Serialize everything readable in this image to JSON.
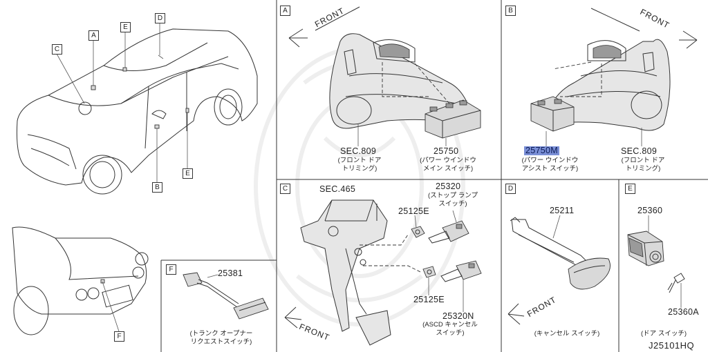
{
  "callouts": {
    "A": "A",
    "B": "B",
    "C": "C",
    "D": "D",
    "E": "E",
    "F": "F"
  },
  "panels": {
    "A": {
      "label": "A",
      "front": "FRONT",
      "parts": [
        {
          "no": "SEC.809",
          "desc1": "(フロント ドア",
          "desc2": "トリミング)"
        },
        {
          "no": "25750",
          "desc1": "(パワー ウインドウ",
          "desc2": "メイン スイッチ)"
        }
      ]
    },
    "B": {
      "label": "B",
      "front": "FRONT",
      "parts": [
        {
          "no": "25750M",
          "desc1": "(パワー ウインドウ",
          "desc2": "アシスト スイッチ)"
        },
        {
          "no": "SEC.809",
          "desc1": "(フロント ドア",
          "desc2": "トリミング)"
        }
      ]
    },
    "C": {
      "label": "C",
      "front": "FRONT",
      "sec": "SEC.465",
      "parts": [
        {
          "no": "25320",
          "desc1": "(ストップ ランプ",
          "desc2": "スイッチ)"
        },
        {
          "no": "25125E"
        },
        {
          "no": "25125E"
        },
        {
          "no": "25320N",
          "desc1": "(ASCD キャンセル",
          "desc2": "スイッチ)"
        }
      ]
    },
    "D": {
      "label": "D",
      "front": "FRONT",
      "parts": [
        {
          "no": "25211",
          "desc1": "(キャンセル スイッチ)"
        }
      ]
    },
    "E": {
      "label": "E",
      "parts": [
        {
          "no": "25360"
        },
        {
          "no": "25360A"
        },
        {
          "desc1": "(ドア スイッチ)"
        }
      ]
    },
    "F": {
      "label": "F",
      "parts": [
        {
          "no": "25381",
          "desc1": "(トランク オープナー",
          "desc2": "リクエストスイッチ)"
        }
      ]
    }
  },
  "diagram_code": "J25101HQ",
  "colors": {
    "highlight": "#7a8fd6",
    "line": "#333333",
    "body": "#e8e8e8"
  }
}
